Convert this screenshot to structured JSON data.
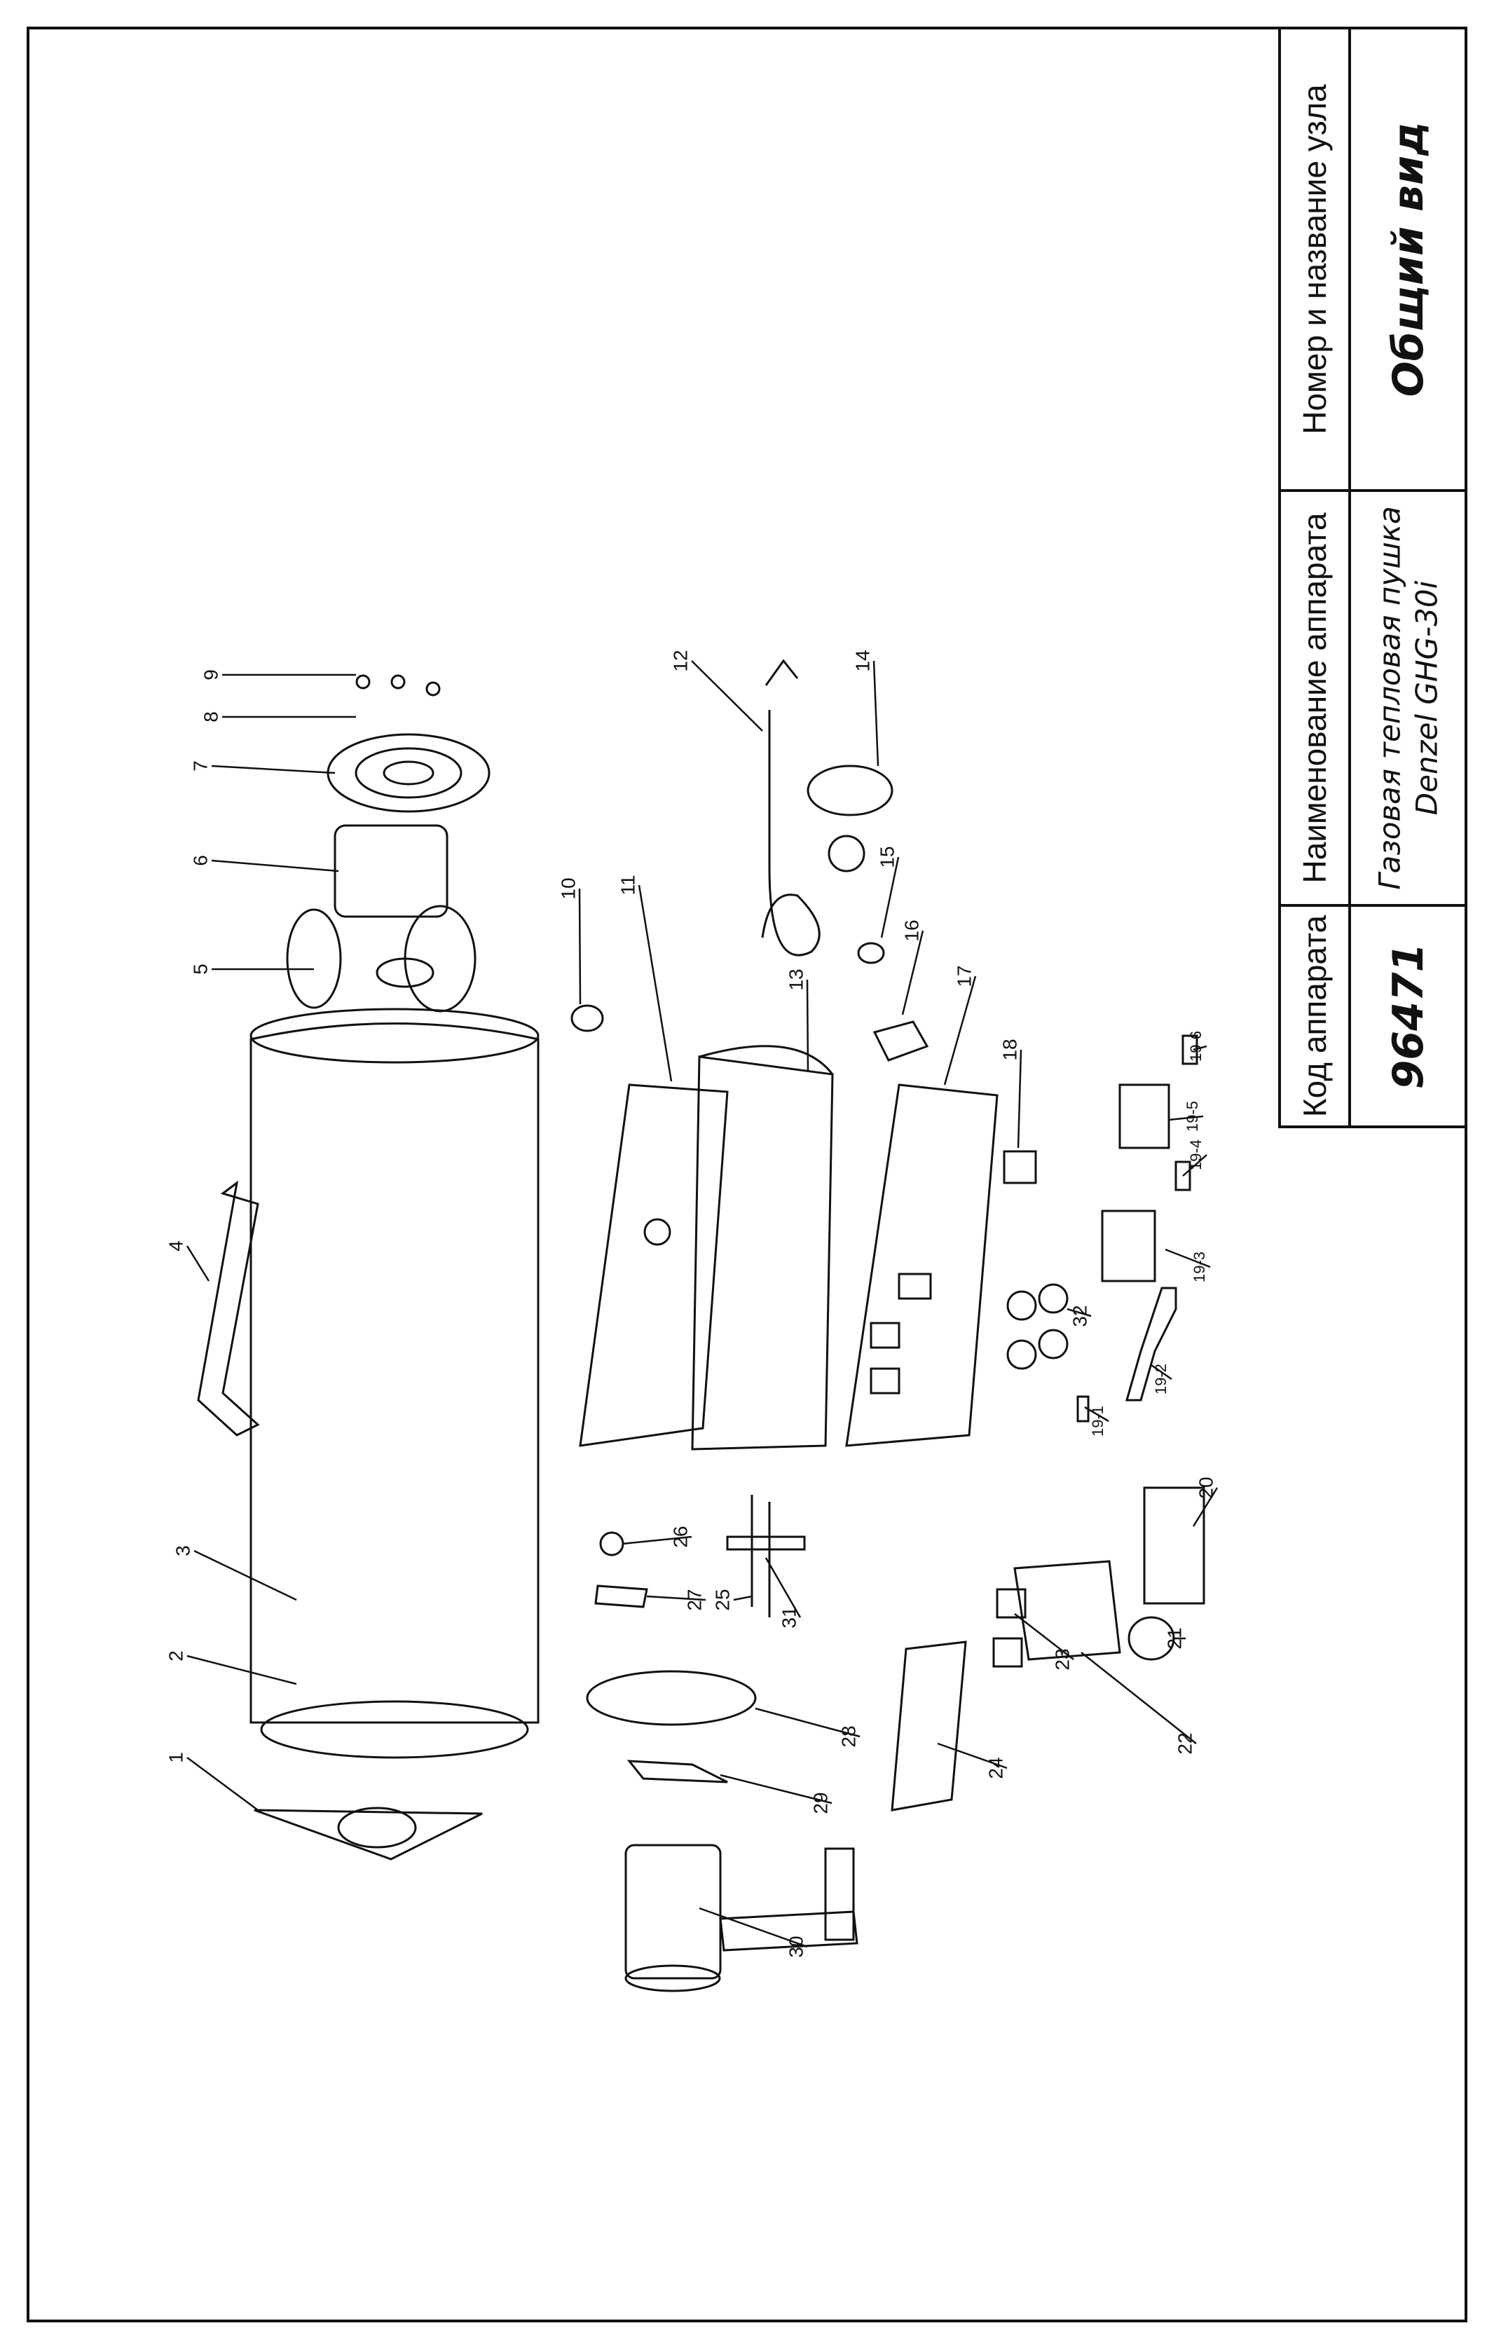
{
  "title_block": {
    "code_header": "Код аппарата",
    "code_value": "96471",
    "name_header": "Наименование аппарата",
    "name_value_line1": "Газовая тепловая пушка",
    "name_value_line2": "Denzel GHG-30i",
    "node_header": "Номер и название узла",
    "node_value": "Общий вид"
  },
  "callouts": [
    "1",
    "2",
    "3",
    "4",
    "5",
    "6",
    "7",
    "8",
    "9",
    "10",
    "11",
    "12",
    "13",
    "14",
    "15",
    "16",
    "17",
    "18",
    "19-1",
    "19-2",
    "19-3",
    "19-4",
    "19-5",
    "19-6",
    "20",
    "21",
    "22",
    "23",
    "24",
    "25",
    "26",
    "27",
    "28",
    "29",
    "30",
    "31",
    "32"
  ]
}
